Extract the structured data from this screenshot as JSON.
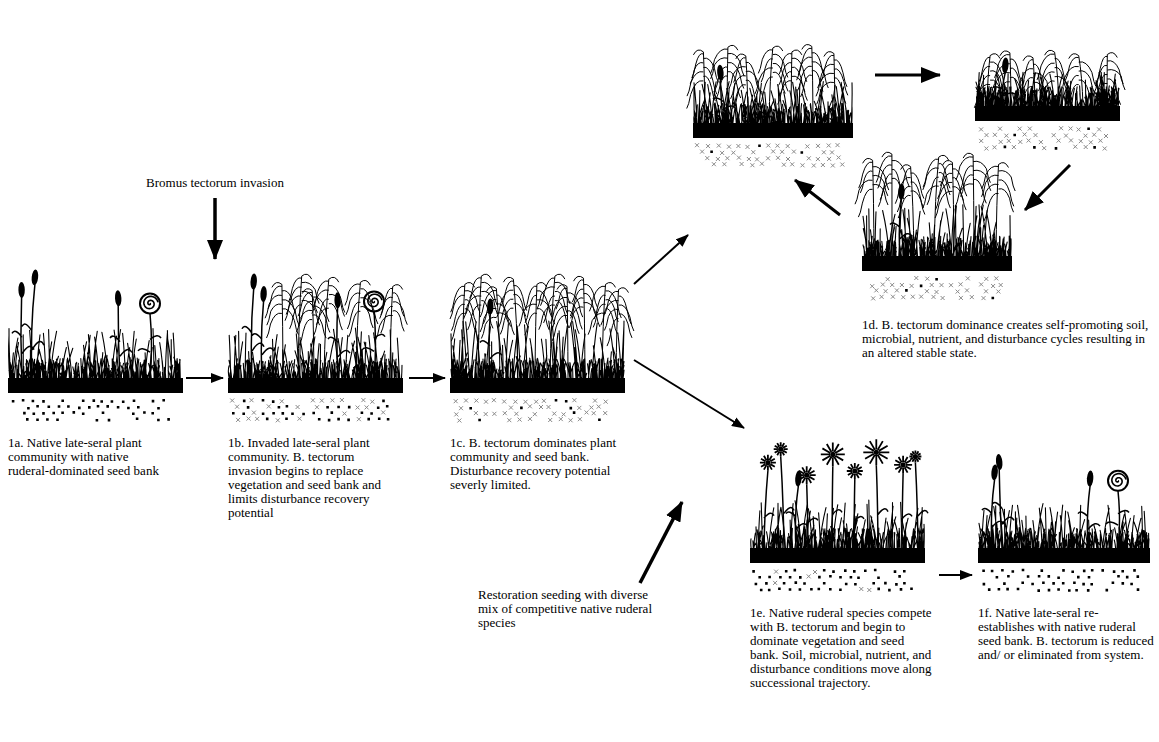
{
  "diagram": {
    "nodes": [
      {
        "text": [
          "1a. Native late-seral plant community with native ruderal-dominated seed bank"
        ]
      },
      {
        "text": [
          "1b. Invaded late-seral plant community. B. tectorum invasion begins to replace vegetation and seed bank and limits disturbance recovery potential"
        ]
      },
      {
        "text": [
          "1c. B. tectorum dominates plant community and seed bank. Disturbance recovery potential severly limited."
        ]
      },
      {
        "text": [
          "1d. B. tectorum dominance creates self-promoting soil, microbial, nutrient, and disturbance cycles resulting in an altered stable state."
        ]
      },
      {
        "text": [
          "1e. Native ruderal species compete with B. tectorum and begin to dominate vegetation and seed bank. Soil, microbial, nutrient, and disturbance conditions move along successional trajectory."
        ]
      },
      {
        "text": [
          "1f. Native late-seral re-establishes with native ruderal seed bank. B. tectorum is reduced and/ or eliminated from system."
        ]
      }
    ],
    "edges": [
      {
        "from": 0,
        "to": 1,
        "arrow": "to"
      },
      {
        "from": 1,
        "to": 2,
        "arrow": "to"
      },
      {
        "from": 2,
        "to": 3,
        "arrow": "to"
      },
      {
        "from": 2,
        "to": 4,
        "arrow": "to"
      },
      {
        "from": 4,
        "to": 5,
        "arrow": "to"
      }
    ],
    "labels": [
      "Bromus tectorum invasion",
      "Restoration seeding with diverse mix of competitive native ruderal species"
    ]
  }
}
